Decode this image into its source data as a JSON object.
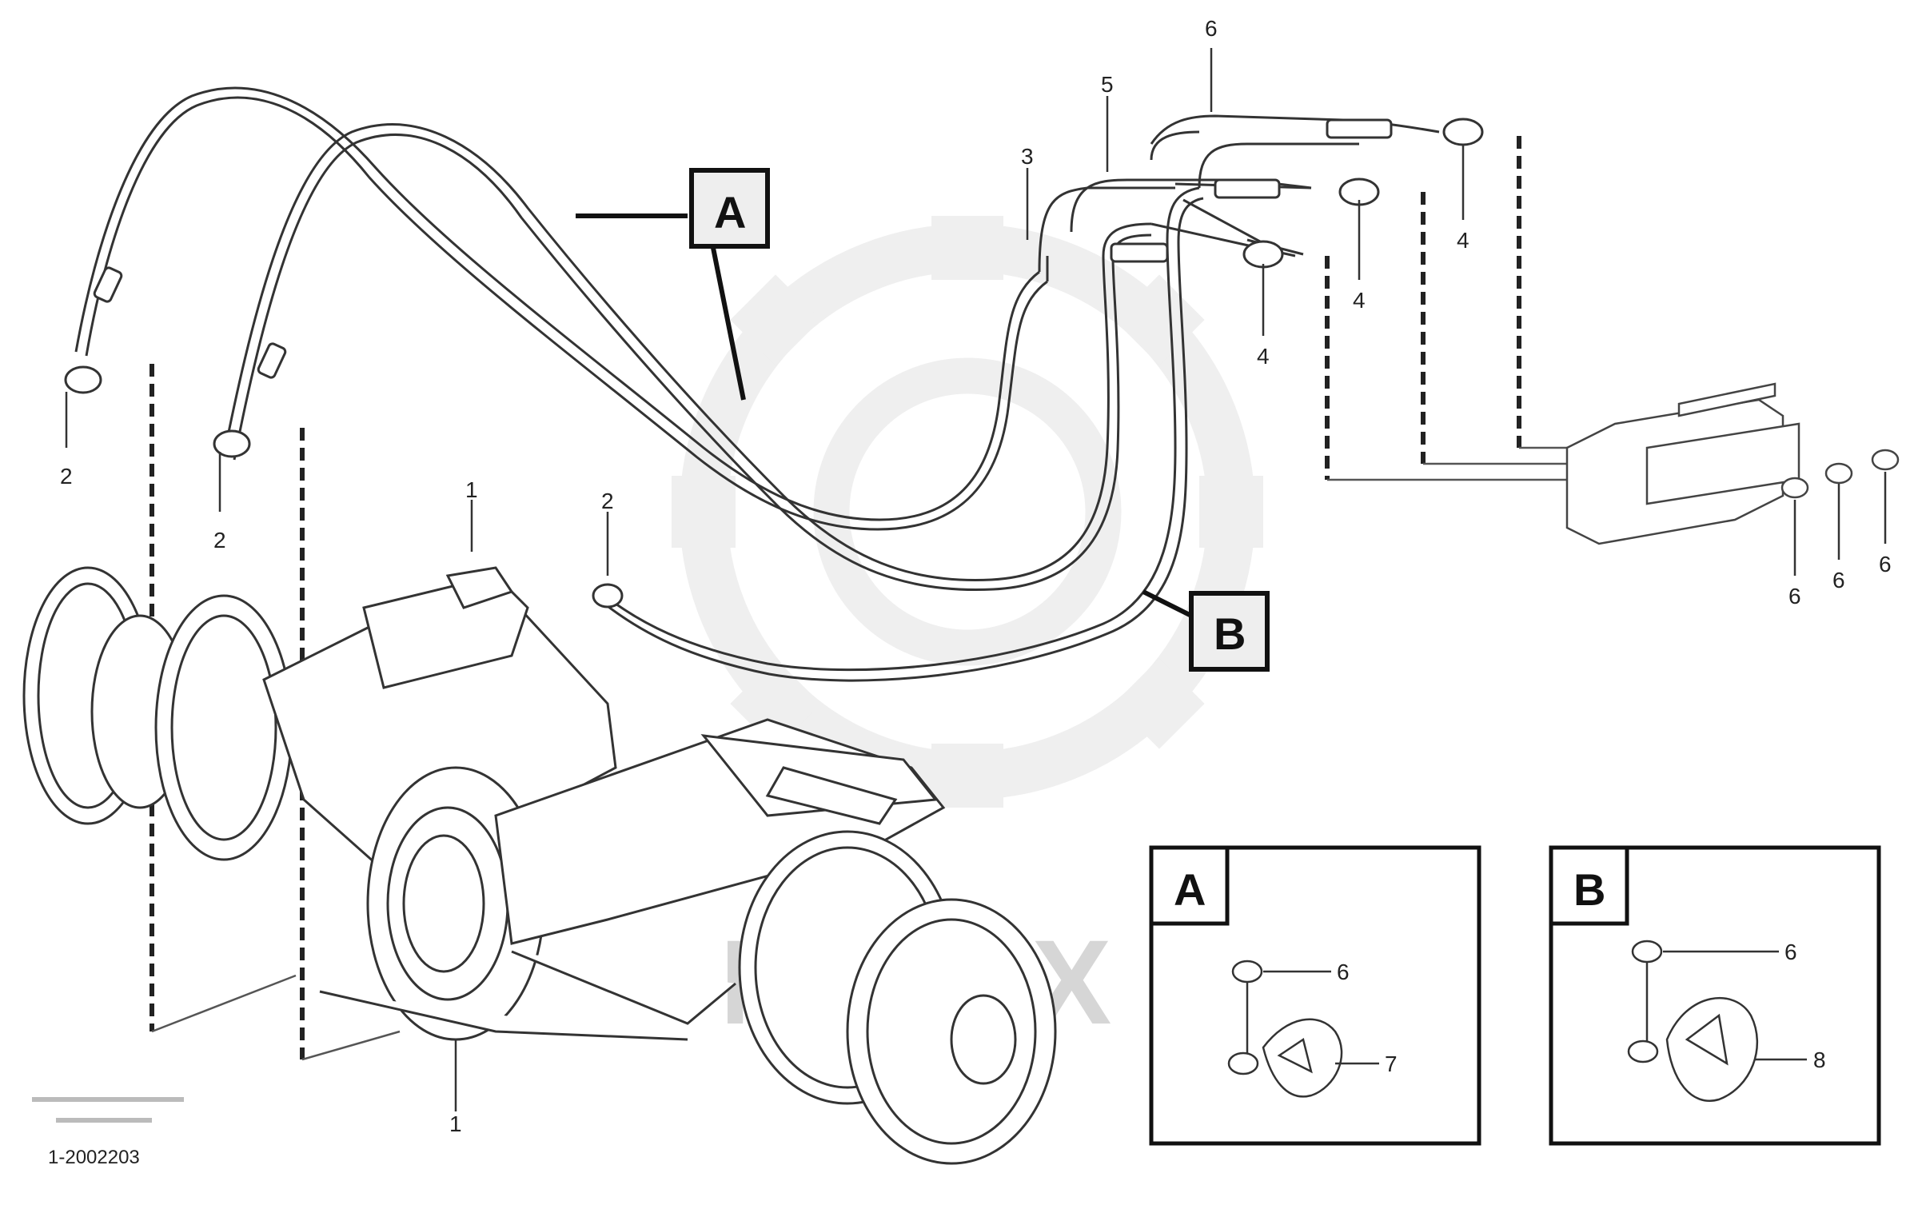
{
  "callouts": {
    "c1_top": "1",
    "c1_bottom": "1",
    "c2_mid": "2",
    "c2_left1": "2",
    "c2_left2": "2",
    "c3": "3",
    "c5": "5",
    "c6": "6",
    "c4_a": "4",
    "c4_b": "4",
    "c4_c": "4",
    "c6_r1": "6",
    "c6_r2": "6",
    "c6_r3": "6",
    "detailA_6": "6",
    "detailA_7": "7",
    "detailB_6": "6",
    "detailB_8": "8"
  },
  "section_tags": {
    "a": "A",
    "b": "B"
  },
  "detail_boxes": {
    "a_label": "A",
    "b_label": "B"
  },
  "footer": {
    "doc_number": "1-2002203"
  },
  "watermark": "MITEX"
}
